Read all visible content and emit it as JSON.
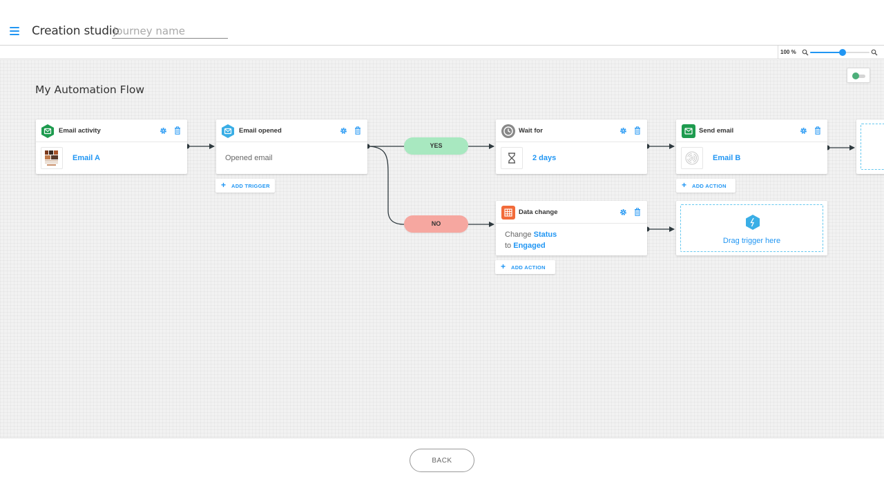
{
  "header": {
    "title": "Creation studio",
    "journey_placeholder": "Journey name",
    "journey_value": ""
  },
  "zoom": {
    "label": "100 %",
    "level": 0.55
  },
  "canvas": {
    "flow_title": "My Automation Flow",
    "toggle_on": true
  },
  "nodes": {
    "email_activity": {
      "title": "Email activity",
      "value": "Email A",
      "icon": "envelope-icon",
      "color": "#1e9b4f"
    },
    "email_opened": {
      "title": "Email opened",
      "value": "Opened email",
      "icon": "envelope-icon",
      "color": "#3aaee6",
      "add_label": "ADD TRIGGER"
    },
    "wait_for": {
      "title": "Wait for",
      "value": "2 days",
      "icon": "clock-icon",
      "color": "#888888"
    },
    "send_email": {
      "title": "Send email",
      "value": "Email B",
      "icon": "envelope-icon",
      "color": "#1e9b4f",
      "add_label": "ADD ACTION"
    },
    "data_change": {
      "title": "Data change",
      "icon": "table-icon",
      "color": "#f26b3a",
      "line1_prefix": "Change",
      "line1_value": "Status",
      "line2_prefix": "to",
      "line2_value": "Engaged",
      "add_label": "ADD ACTION"
    }
  },
  "branches": {
    "yes": "YES",
    "no": "NO"
  },
  "dropzone": {
    "text": "Drag trigger here",
    "icon": "bolt-icon"
  },
  "footer": {
    "back_label": "BACK"
  },
  "colors": {
    "accent": "#2196f3",
    "yes": "#a8e8c0",
    "no": "#f6a7a0",
    "wire": "#2f3a3f"
  }
}
